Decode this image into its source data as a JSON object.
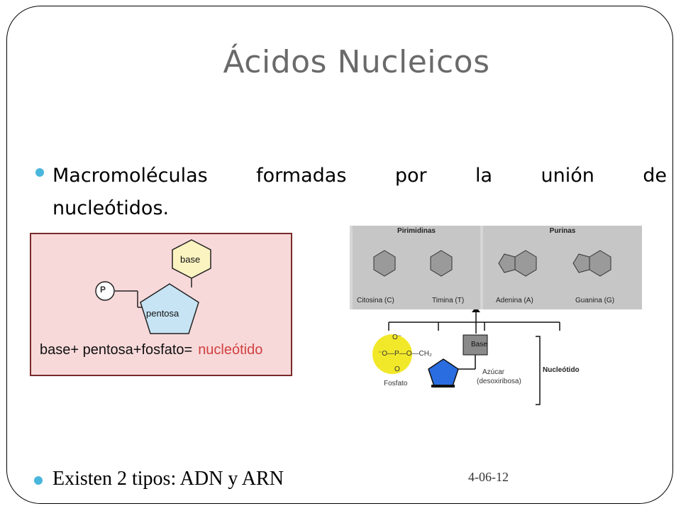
{
  "slide": {
    "title": "Ácidos Nucleicos",
    "bullet1_words": [
      "Macromoléculas",
      "formadas",
      "por",
      "la",
      "unión",
      "de"
    ],
    "bullet1_line2": "nucleótidos.",
    "bullet2": "Existen 2 tipos: ADN y ARN",
    "date": "4-06-12"
  },
  "left_diagram": {
    "phosphate_label": "P",
    "base_label": "base",
    "sugar_label": "pentosa",
    "equation": "base+ pentosa+fosfato=",
    "equation_result": "nucleótido",
    "colors": {
      "background": "#f8d9da",
      "base": "#fbf3c0",
      "sugar": "#c7e4f4",
      "result": "#d04040"
    }
  },
  "right_diagram": {
    "pyrimidines_title": "Pirimidinas",
    "purines_title": "Purinas",
    "bases": [
      "Citosina (C)",
      "Timina (T)",
      "Adenina (A)",
      "Guanina (G)"
    ],
    "base_box": "Base",
    "phosphate": "Fosfato",
    "sugar": "Azúcar",
    "sugar_sub": "(desoxiribosa)",
    "nucleotide": "Nucleótido",
    "phosphate_formula": {
      "o_top": "O⁻",
      "o_left": "⁻O—P—O—CH₂",
      "o_bottom": "O"
    },
    "colors": {
      "phosphate": "#f2e82a",
      "sugar": "#2a6de0",
      "panel": "#c6c6c6"
    }
  }
}
